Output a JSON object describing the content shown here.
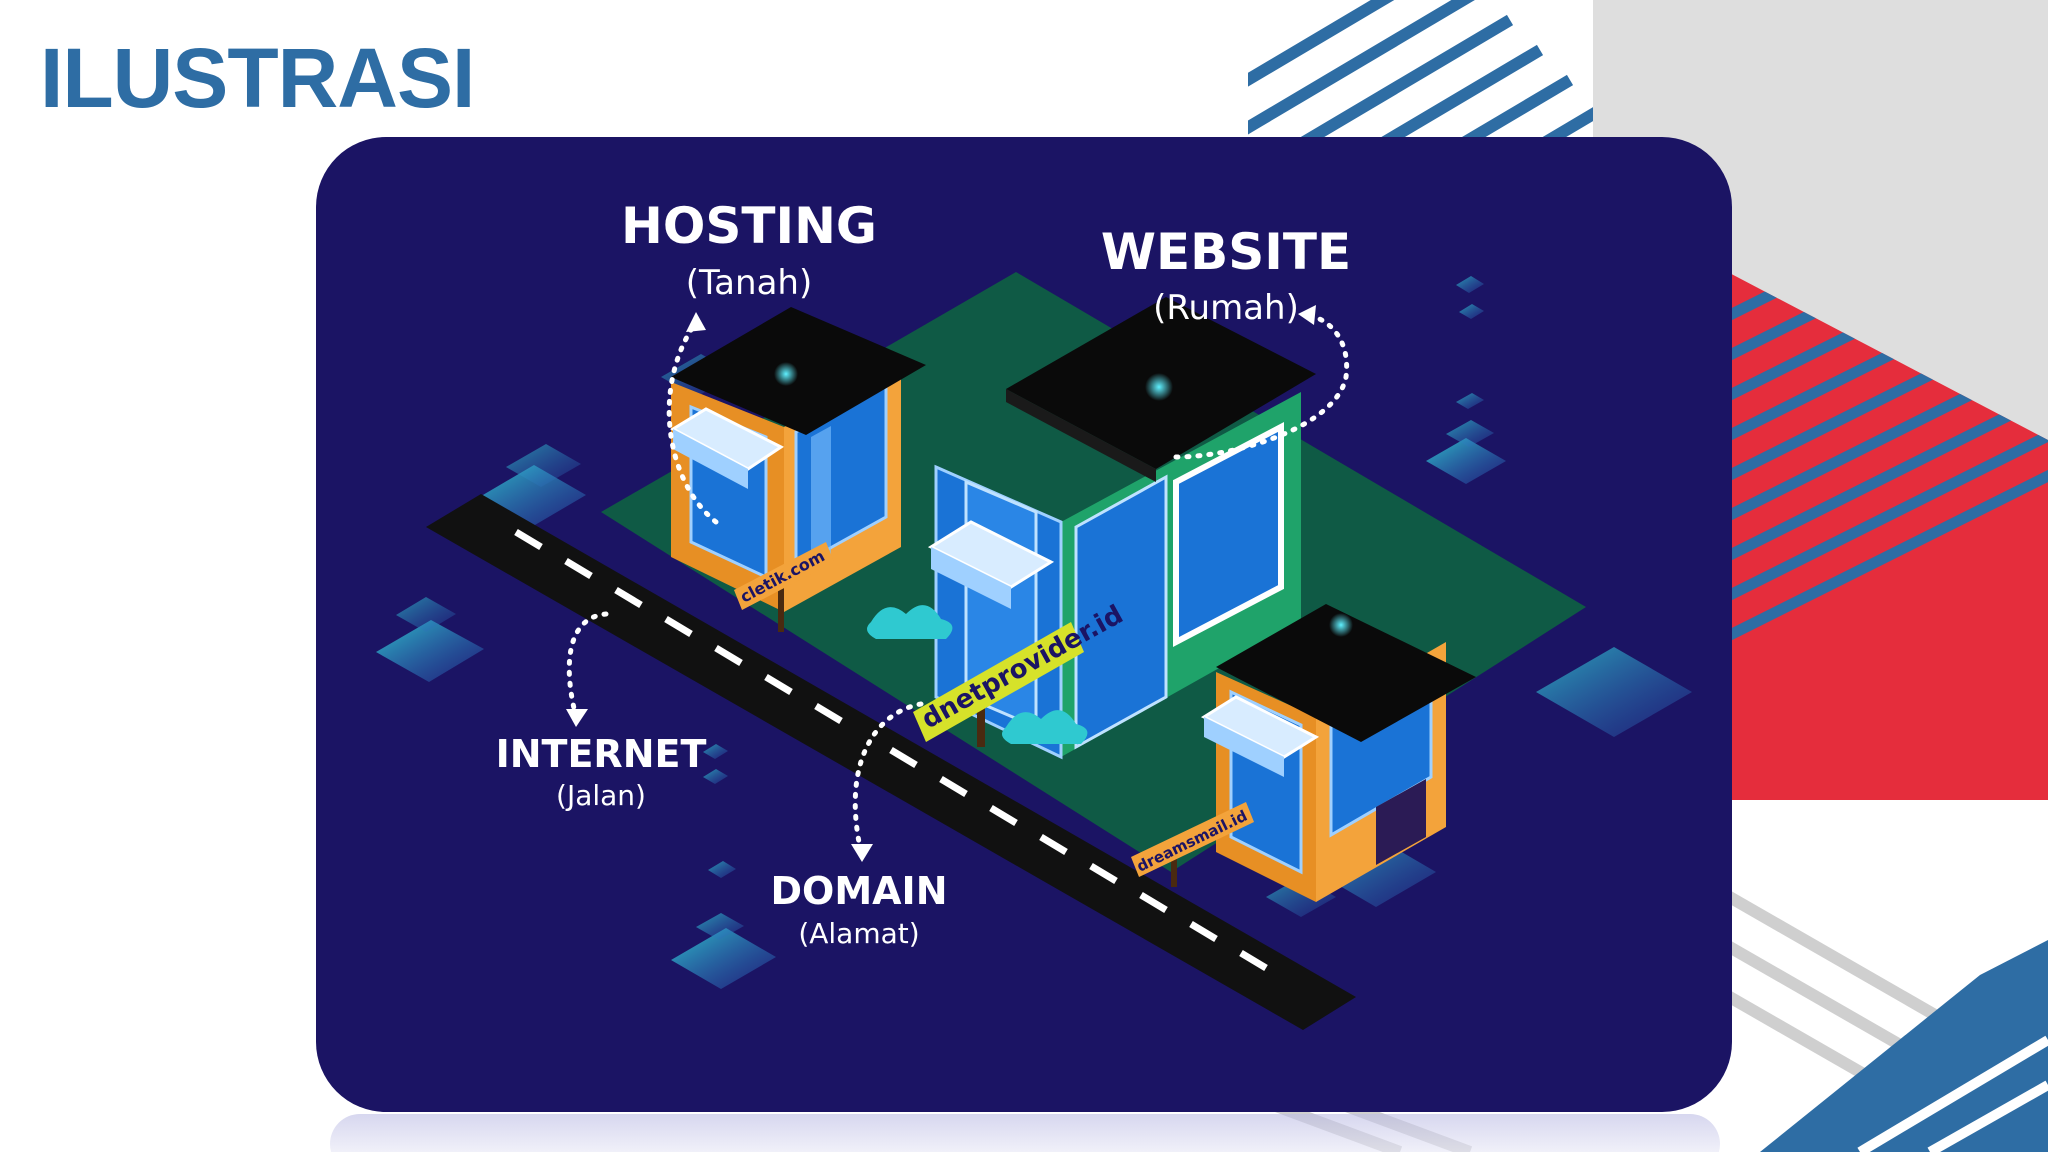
{
  "slide": {
    "title": "ILUSTRASI"
  },
  "diagram": {
    "labels": {
      "hosting": {
        "title": "HOSTING",
        "subtitle": "(Tanah)"
      },
      "website": {
        "title": "WEBSITE",
        "subtitle": "(Rumah)"
      },
      "internet": {
        "title": "INTERNET",
        "subtitle": "(Jalan)"
      },
      "domain": {
        "title": "DOMAIN",
        "subtitle": "(Alamat)"
      }
    },
    "signs": {
      "left": "cletik.com",
      "center": "dnetprovider.id",
      "right": "dreamsmail.id"
    }
  },
  "colors": {
    "title": "#2e6da4",
    "panel": "#1b1464",
    "ground": "#0f5a45",
    "road": "#111111",
    "roof": "#0a0a0a",
    "wall_orange": "#f3a33b",
    "wall_green": "#1fa36a",
    "window": "#1a73d6",
    "accent_cyan": "#2fc9d0",
    "sign_orange": "#f3a33b",
    "sign_yellow": "#d6e22a",
    "stripe_blue": "#2e6da4",
    "stripe_red": "#e52d3c",
    "stripe_gray": "#d9d9d9"
  }
}
